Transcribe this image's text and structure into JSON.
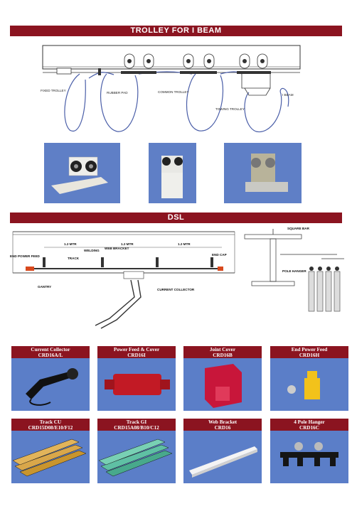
{
  "trolley": {
    "title": "TROLLEY FOR I BEAM",
    "labels": {
      "fixed_trolley": "FIXED TROLLEY",
      "rubber_pad": "RUBBER PAD",
      "common_trolley": "COMMON TROLLEY",
      "i_beam": "I BEAM",
      "towing_trolley": "TOWING TROLLEY"
    }
  },
  "dsl": {
    "title": "DSL",
    "labels": {
      "dist1": "1.2 MTR",
      "dist2": "1.2 MTR",
      "dist3": "1.2 MTR",
      "end_power_feed": "END POWER FEED",
      "track": "TRACK",
      "welding": "WELDING",
      "web_bracket": "WEB BRACKET",
      "end_cap": "END CAP",
      "gantry": "GANTRY",
      "current_collector": "CURRENT COLLECTOR",
      "square_bar": "SQUARE BAR",
      "pole_hanger": "POLE HANGER"
    }
  },
  "products": [
    {
      "name": "Current Collector",
      "code": "CRD16A/L"
    },
    {
      "name": "Power Feed & Cover",
      "code": "CRD16I"
    },
    {
      "name": "Joint Cover",
      "code": "CRD16B"
    },
    {
      "name": "End Power Feed",
      "code": "CRD16H"
    },
    {
      "name": "Track CU",
      "code": "CRD15D08/E10/F12"
    },
    {
      "name": "Track GI",
      "code": "CRD15A08/B10/C12"
    },
    {
      "name": "Web Bracket",
      "code": "CRD16"
    },
    {
      "name": "4 Pole Hanger",
      "code": "CRD16C"
    }
  ],
  "colors": {
    "band": "#8b1420",
    "photo_bg": "#5f7fc6",
    "cable": "#4a5ea8"
  }
}
